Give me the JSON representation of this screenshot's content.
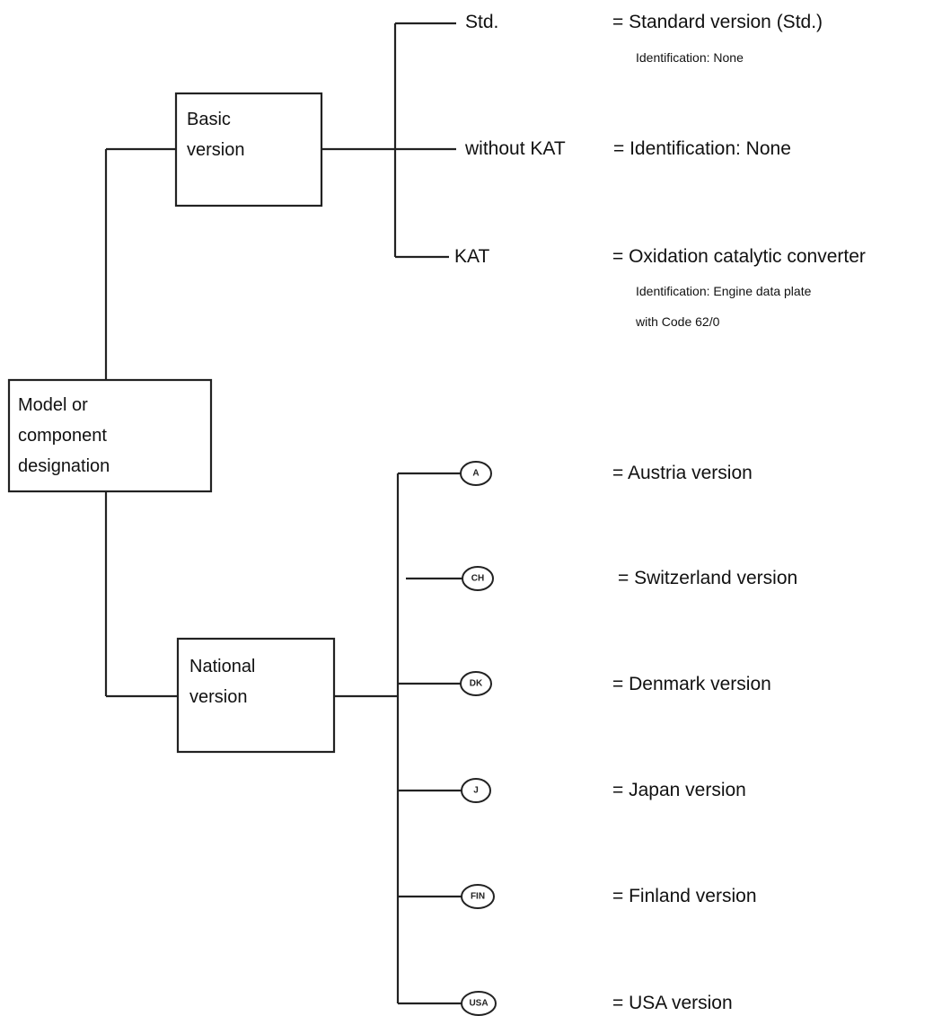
{
  "boxes": {
    "root": "Model or\ncomponent\ndesignation",
    "basic": "Basic\nversion",
    "national": "National\nversion"
  },
  "basic_items": [
    {
      "label": "Std.",
      "desc": "= Standard version (Std.)",
      "note1": "Identification: None",
      "note2": ""
    },
    {
      "label": "without KAT",
      "desc": "= Identification: None",
      "note1": "",
      "note2": ""
    },
    {
      "label": "KAT",
      "desc": "= Oxidation catalytic converter",
      "note1": "Identification: Engine data plate",
      "note2": "with Code 62/0"
    }
  ],
  "national_items": [
    {
      "code": "A",
      "desc": "= Austria version"
    },
    {
      "code": "CH",
      "desc": "= Switzerland version"
    },
    {
      "code": "DK",
      "desc": "= Denmark version"
    },
    {
      "code": "J",
      "desc": "= Japan version"
    },
    {
      "code": "FIN",
      "desc": "= Finland version"
    },
    {
      "code": "USA",
      "desc": "= USA version"
    }
  ]
}
